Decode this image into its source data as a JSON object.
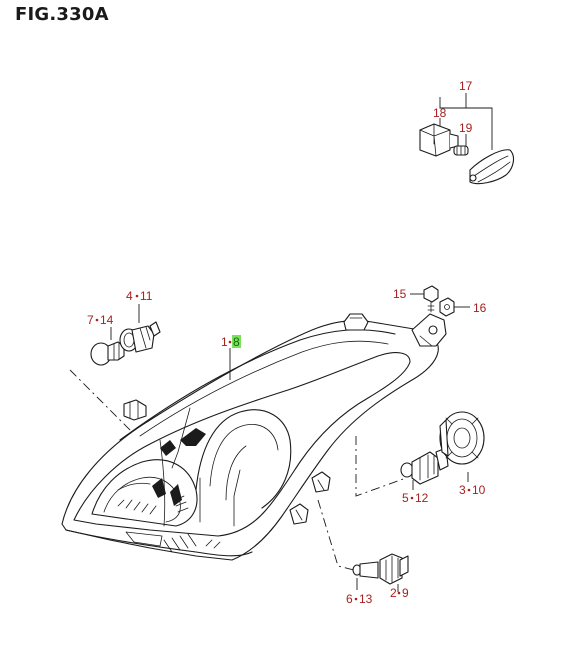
{
  "figure": {
    "title": "FIG.330A"
  },
  "callouts": {
    "c17": "17",
    "c18": "18",
    "c19": "19",
    "c15": "15",
    "c16": "16",
    "c4_left": "4",
    "c4_right": "11",
    "c7_left": "7",
    "c7_right": "14",
    "c1_left": "1",
    "c1_right": "8",
    "c5_left": "5",
    "c5_right": "12",
    "c3_left": "3",
    "c3_right": "10",
    "c6_left": "6",
    "c6_right": "13",
    "c2_left": "2",
    "c2_right": "9"
  },
  "colors": {
    "callout_text": "#a82020",
    "highlight": "#7be05a",
    "line_art": "#1b1b1b"
  }
}
